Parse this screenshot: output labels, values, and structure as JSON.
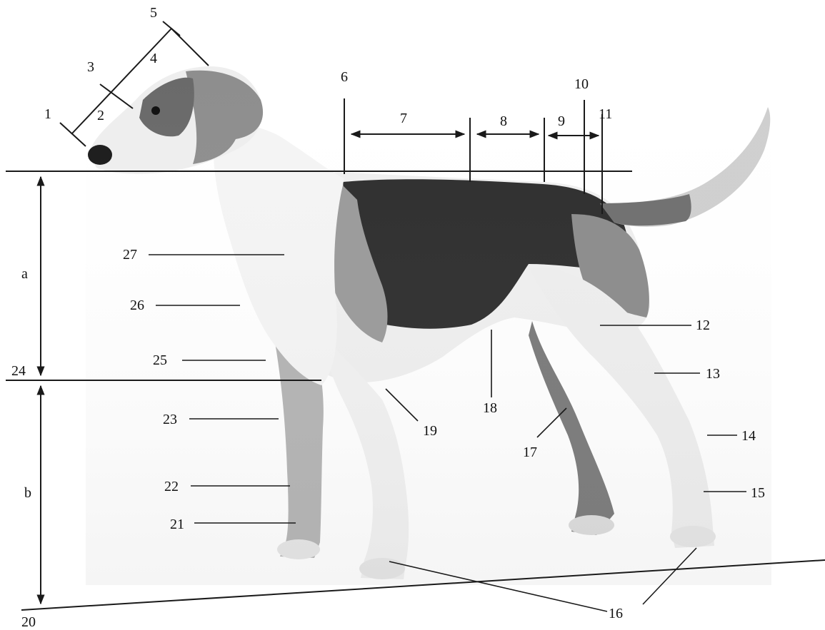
{
  "diagram": {
    "subject": "dog-anatomy-side-view",
    "labels": {
      "l1": "1",
      "l2": "2",
      "l3": "3",
      "l4": "4",
      "l5": "5",
      "l6": "6",
      "l7": "7",
      "l8": "8",
      "l9": "9",
      "l10": "10",
      "l11": "11",
      "l12": "12",
      "l13": "13",
      "l14": "14",
      "l15": "15",
      "l16": "16",
      "l17": "17",
      "l18": "18",
      "l19": "19",
      "l20": "20",
      "l21": "21",
      "l22": "22",
      "l23": "23",
      "l24": "24",
      "l25": "25",
      "l26": "26",
      "l27": "27",
      "la": "a",
      "lb": "b"
    },
    "colors": {
      "coat_white": "#f2f2f2",
      "coat_tan": "#9a9a9a",
      "coat_black": "#2e2e2e",
      "coat_grey": "#7a7a7a",
      "line": "#1a1a1a"
    }
  }
}
